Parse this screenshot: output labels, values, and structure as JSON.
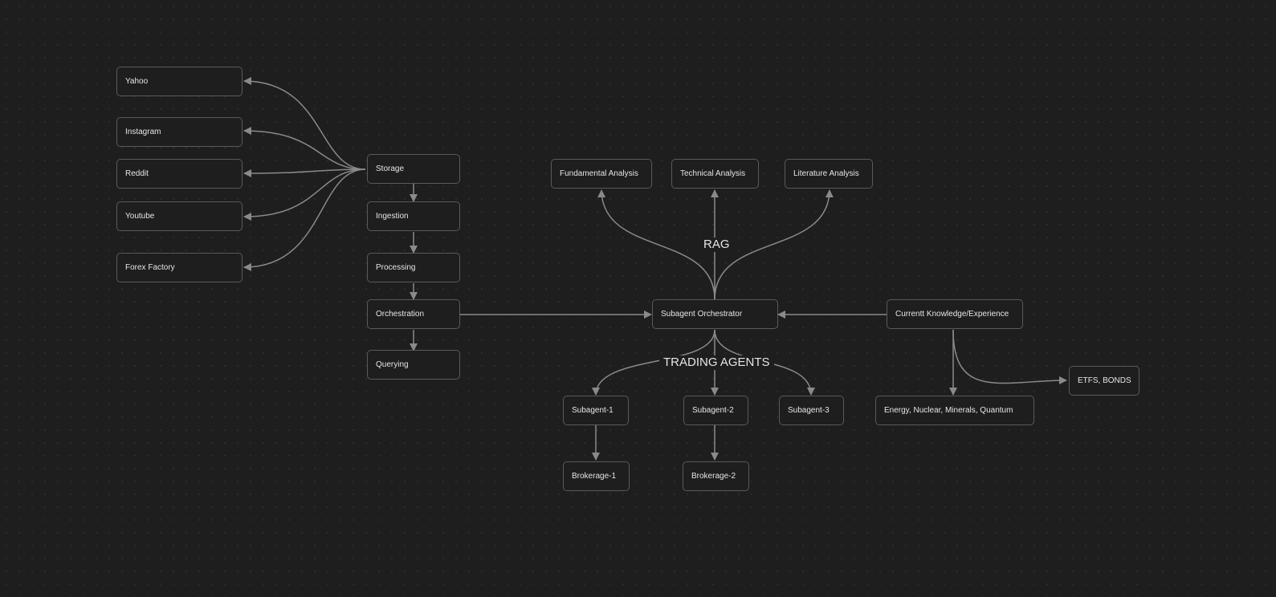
{
  "colors": {
    "background": "#1e1e1e",
    "node_border": "#5a5a5a",
    "edge": "#8a8a8a",
    "text": "#e6e6e6"
  },
  "nodes": {
    "yahoo": "Yahoo",
    "instagram": "Instagram",
    "reddit": "Reddit",
    "youtube": "Youtube",
    "forex_factory": "Forex Factory",
    "storage": "Storage",
    "ingestion": "Ingestion",
    "processing": "Processing",
    "orchestration": "Orchestration",
    "querying": "Querying",
    "fundamental_analysis": "Fundamental Analysis",
    "technical_analysis": "Technical Analysis",
    "literature_analysis": "Literature Analysis",
    "subagent_orchestrator": "Subagent Orchestrator",
    "current_knowledge": "Currentt Knowledge/Experience",
    "subagent_1": "Subagent-1",
    "subagent_2": "Subagent-2",
    "subagent_3": "Subagent-3",
    "brokerage_1": "Brokerage-1",
    "brokerage_2": "Brokerage-2",
    "energy_sectors": "Energy, Nuclear, Minerals, Quantum",
    "etfs_bonds": "ETFS, BONDS"
  },
  "edge_labels": {
    "rag": "RAG",
    "trading_agents": "TRADING AGENTS"
  }
}
